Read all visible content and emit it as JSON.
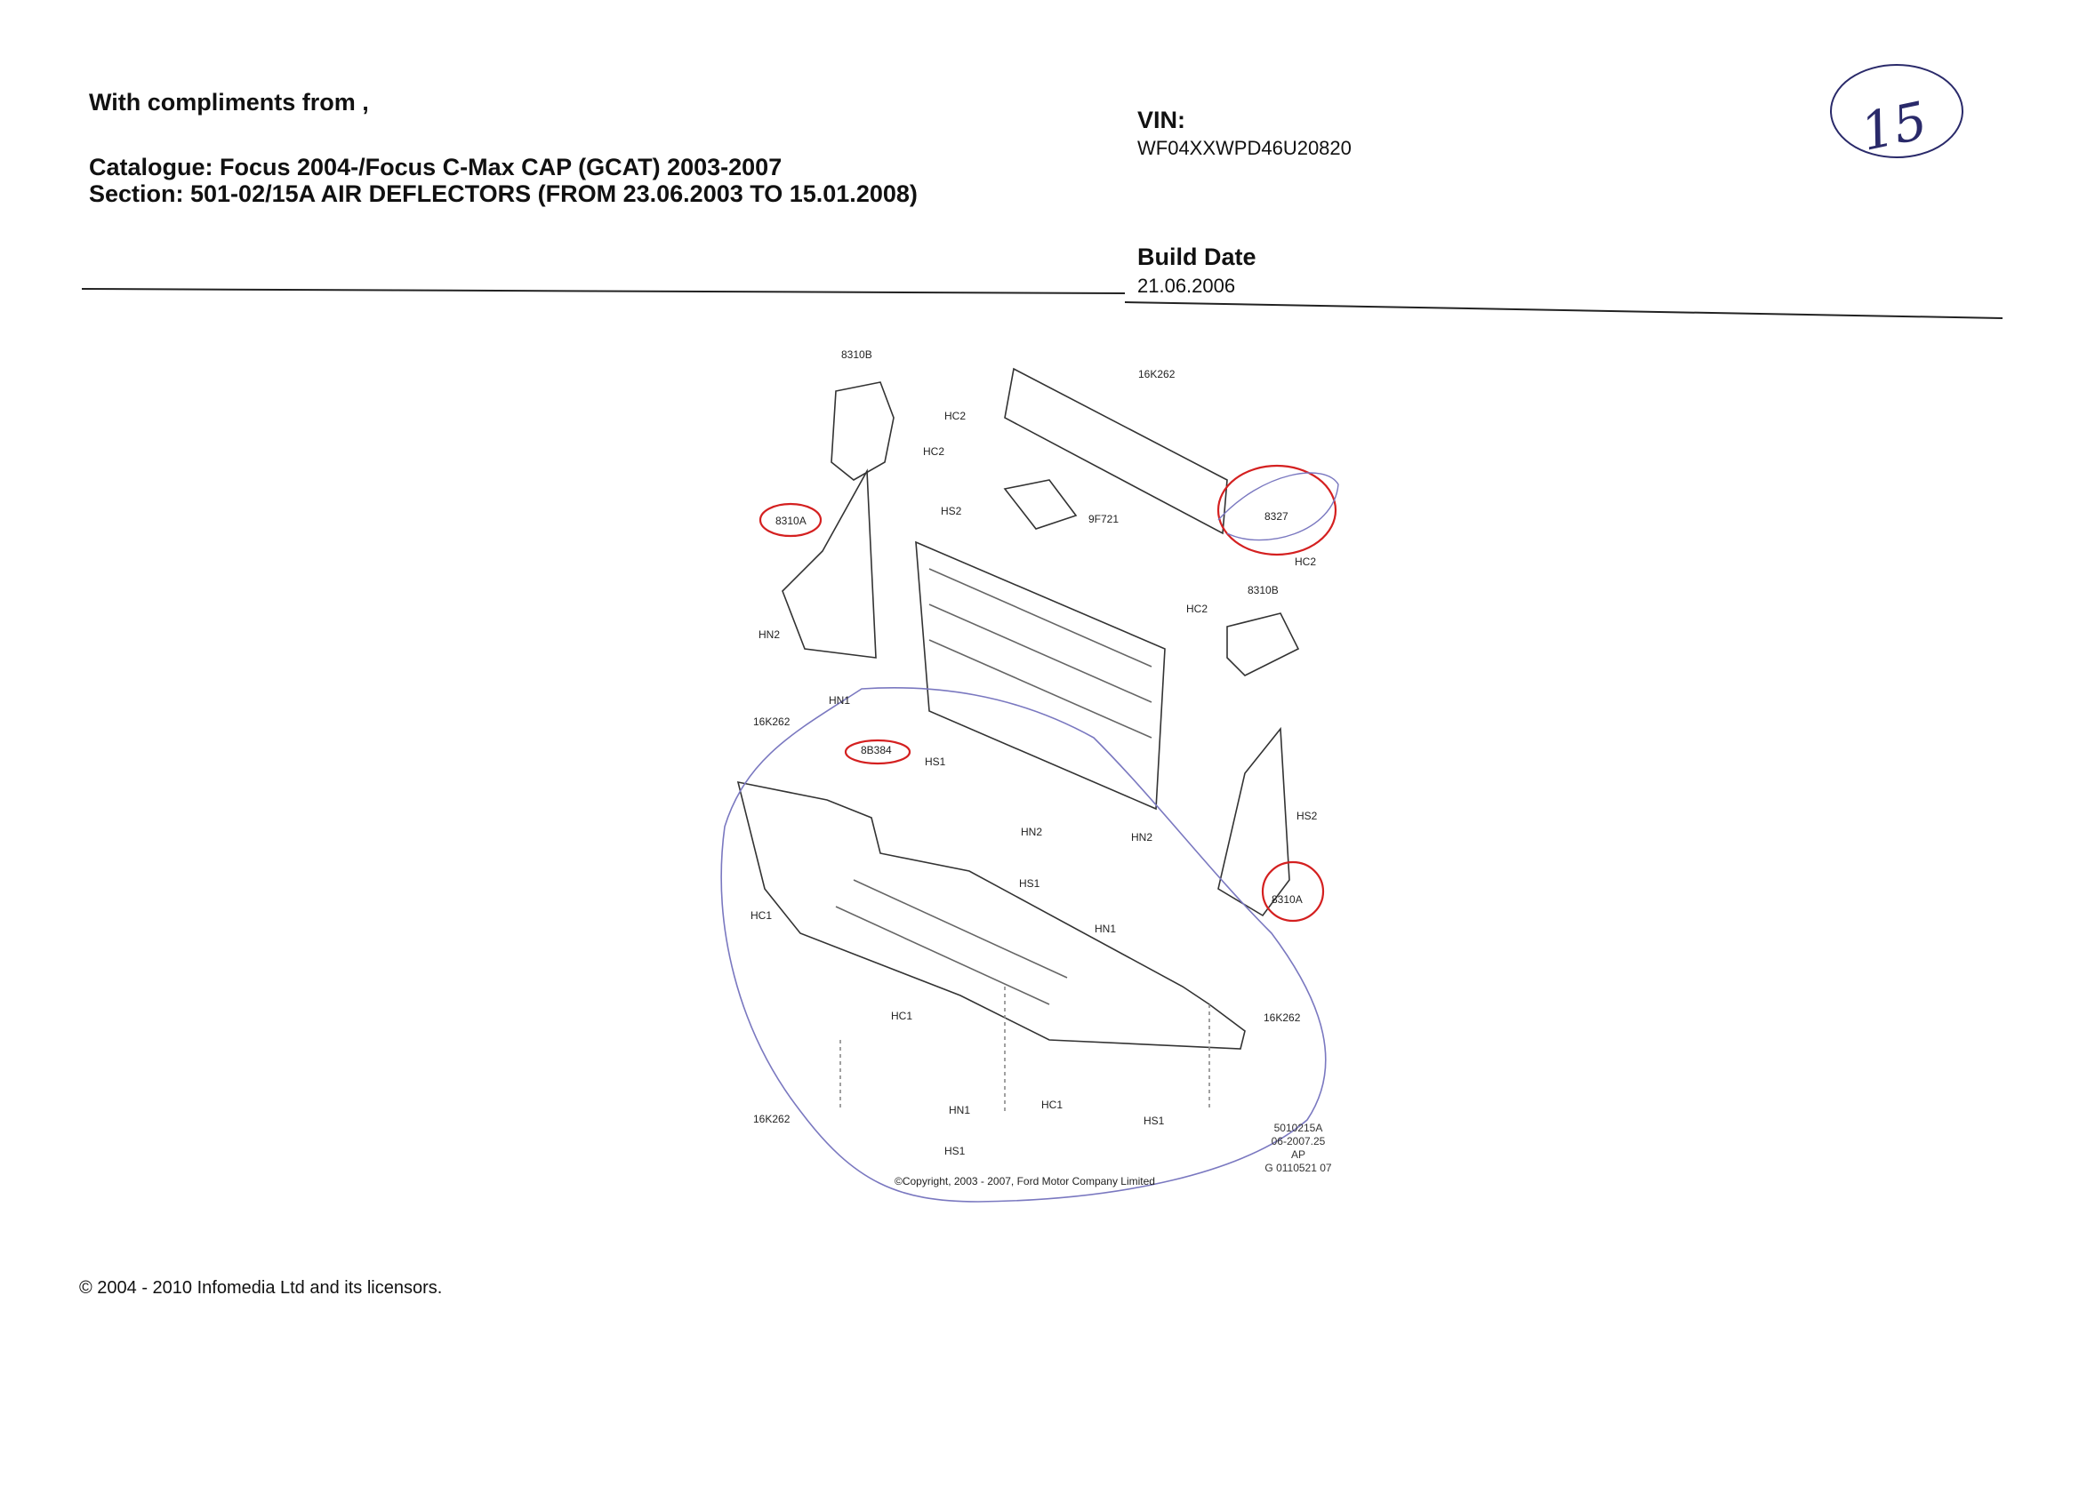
{
  "header": {
    "compliments": "With compliments from  ,",
    "catalogue": "Catalogue: Focus 2004-/Focus C-Max CAP (GCAT) 2003-2007",
    "section": "Section: 501-02/15A  AIR DEFLECTORS (FROM 23.06.2003 TO 15.01.2008)",
    "vin_label": "VIN:",
    "vin_value": "WF04XXWPD46U20820",
    "build_date_label": "Build Date",
    "build_date_value": "21.06.2006",
    "page_mark": "15"
  },
  "diagram": {
    "labels": [
      "8310B",
      "HC2",
      "HC2",
      "16K262",
      "HS2",
      "9F721",
      "8327",
      "8310A",
      "HC2",
      "8310B",
      "HC2",
      "HN2",
      "HN1",
      "16K262",
      "8B384",
      "HS1",
      "HS2",
      "HN2",
      "HN2",
      "HS1",
      "8310A",
      "HC1",
      "HN1",
      "HC1",
      "16K262",
      "HC1",
      "HN1",
      "16K262",
      "HS1",
      "HS1"
    ],
    "copyright": "©Copyright, 2003 - 2007, Ford Motor Company Limited",
    "ref": [
      "5010215A",
      "06-2007.25",
      "AP",
      "G 0110521 07"
    ],
    "annotation_color": "#d42020",
    "loop_color": "#7a78c0"
  },
  "footer": {
    "text": "© 2004 - 2010 Infomedia Ltd and its licensors."
  }
}
